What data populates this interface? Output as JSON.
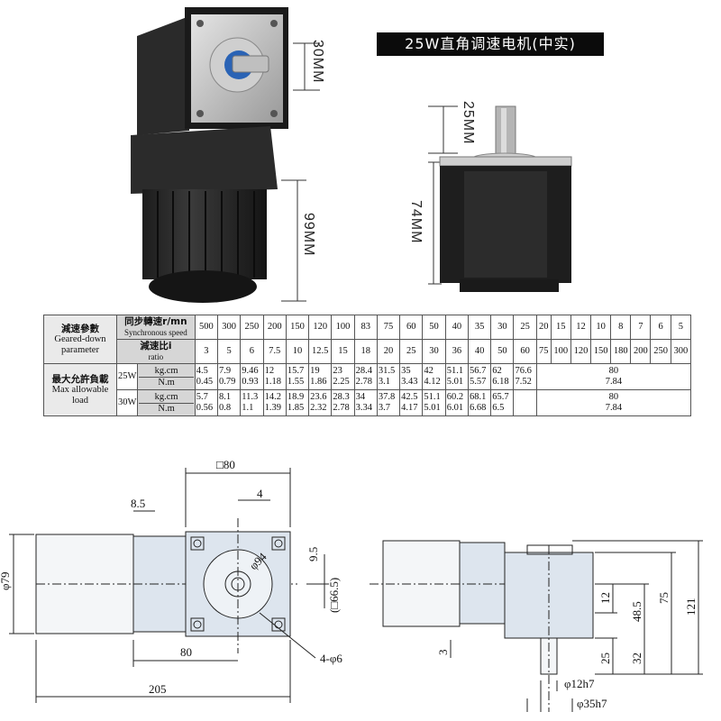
{
  "title": "25W直角调速电机(中实)",
  "photo_labels": {
    "shaft_flange": "30MM",
    "body_height": "99MM",
    "shaft_length": "25MM",
    "motor_size": "74MM"
  },
  "table": {
    "reduction_param_cn": "減速參數",
    "reduction_param_en": "Geared-down parameter",
    "sync_speed_cn": "同步轉速r/mn",
    "sync_speed_en": "Synchronous speed",
    "ratio_cn": "減速比i",
    "ratio_en": "ratio",
    "speeds": [
      "500",
      "300",
      "250",
      "200",
      "150",
      "120",
      "100",
      "83",
      "75",
      "60",
      "50",
      "40",
      "35",
      "30",
      "25",
      "20",
      "15",
      "12",
      "10",
      "8",
      "7",
      "6",
      "5"
    ],
    "ratios": [
      "3",
      "5",
      "6",
      "7.5",
      "10",
      "12.5",
      "15",
      "18",
      "20",
      "25",
      "30",
      "36",
      "40",
      "50",
      "60",
      "75",
      "100",
      "120",
      "150",
      "180",
      "200",
      "250",
      "300"
    ],
    "max_load_cn": "最大允許負載",
    "max_load_en": "Max allowable load",
    "unit_kgcm": "kg.cm",
    "unit_nm": "N.m",
    "rows": [
      {
        "power": "25W",
        "kgcm": [
          "4.5",
          "7.9",
          "9.46",
          "12",
          "15.7",
          "19",
          "23",
          "28.4",
          "31.5",
          "35",
          "42",
          "51.1",
          "56.7",
          "62",
          "76.6"
        ],
        "nm": [
          "0.45",
          "0.79",
          "0.93",
          "1.18",
          "1.55",
          "1.86",
          "2.25",
          "2.78",
          "3.1",
          "3.43",
          "4.12",
          "5.01",
          "5.57",
          "6.18",
          "7.52"
        ],
        "rest_kgcm": "80",
        "rest_nm": "7.84"
      },
      {
        "power": "30W",
        "kgcm": [
          "5.7",
          "8.1",
          "11.3",
          "14.2",
          "18.9",
          "23.6",
          "28.3",
          "34",
          "37.8",
          "42.5",
          "51.1",
          "60.2",
          "68.1",
          "65.7",
          ""
        ],
        "nm": [
          "0.56",
          "0.8",
          "1.1",
          "1.39",
          "1.85",
          "2.32",
          "2.78",
          "3.34",
          "3.7",
          "4.17",
          "5.01",
          "6.01",
          "6.68",
          "6.5",
          ""
        ],
        "rest_kgcm": "80",
        "rest_nm": "7.84"
      }
    ]
  },
  "drawing": {
    "square": "□80",
    "d4": "4",
    "d85": "8.5",
    "phi79": "φ79",
    "phi94": "φ94",
    "d95": "9.5",
    "d665": "(□66.5)",
    "d80": "80",
    "holes": "4-φ6",
    "d205": "205",
    "d12": "12",
    "d485": "48.5",
    "d75": "75",
    "d121": "121",
    "d3": "3",
    "d25": "25",
    "d32": "32",
    "phi12h7": "φ12h7",
    "phi35h7": "φ35h7"
  }
}
